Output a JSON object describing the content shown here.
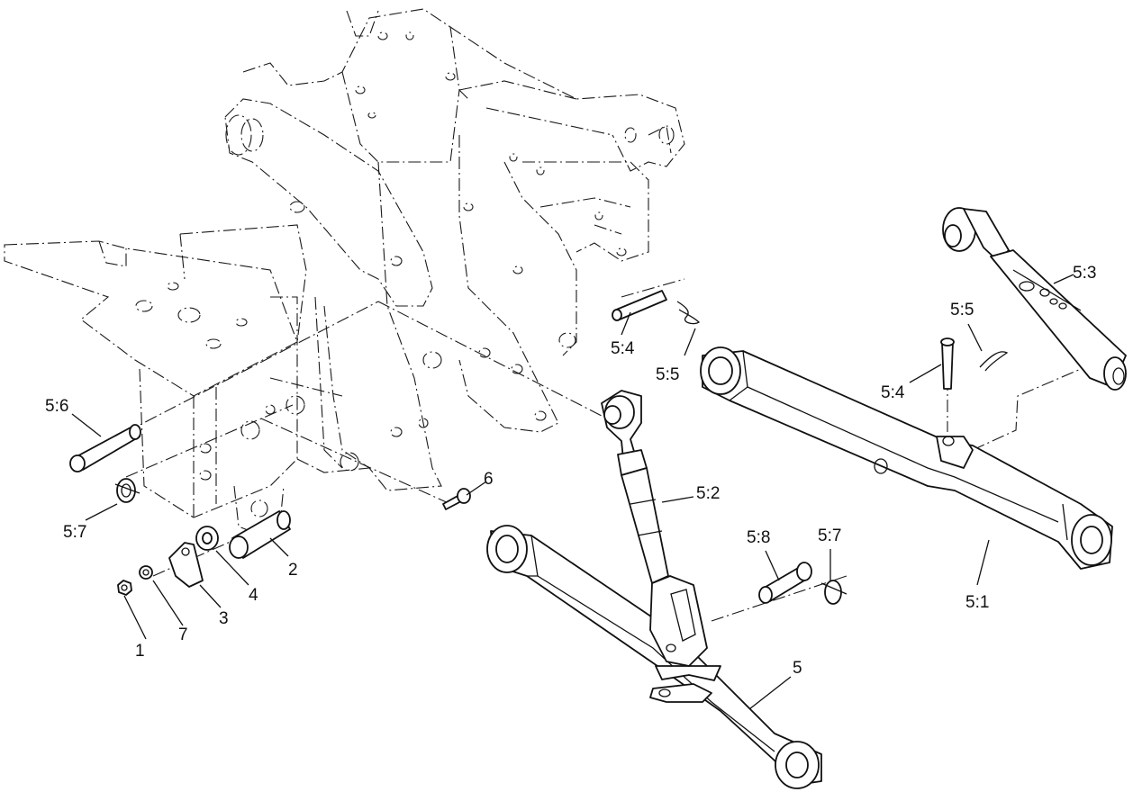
{
  "callouts": {
    "c_5_6": "5:6",
    "c_5_7a": "5:7",
    "c_1": "1",
    "c_7": "7",
    "c_3": "3",
    "c_4": "4",
    "c_2": "2",
    "c_6": "6",
    "c_5_2": "5:2",
    "c_5_8": "5:8",
    "c_5_7b": "5:7",
    "c_5": "5",
    "c_5_1": "5:1",
    "c_5_4a": "5:4",
    "c_5_5a": "5:5",
    "c_5_4b": "5:4",
    "c_5_5b": "5:5",
    "c_5_3": "5:3"
  }
}
